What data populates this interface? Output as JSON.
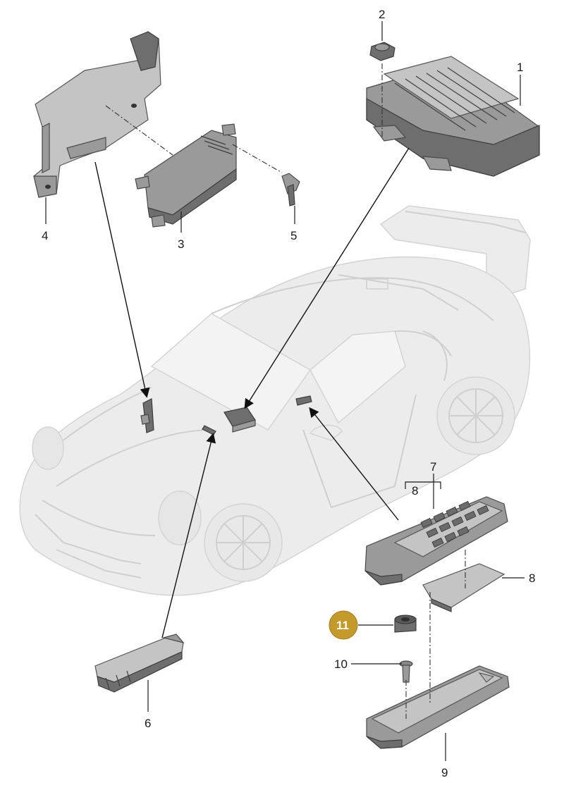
{
  "callouts": [
    {
      "id": "1",
      "text": "1"
    },
    {
      "id": "2",
      "text": "2"
    },
    {
      "id": "3",
      "text": "3"
    },
    {
      "id": "4",
      "text": "4"
    },
    {
      "id": "5",
      "text": "5"
    },
    {
      "id": "6",
      "text": "6"
    },
    {
      "id": "7",
      "text": "7"
    },
    {
      "id": "8a",
      "text": "8"
    },
    {
      "id": "8b",
      "text": "8"
    },
    {
      "id": "9",
      "text": "9"
    },
    {
      "id": "10",
      "text": "10"
    },
    {
      "id": "11",
      "text": "11"
    }
  ],
  "colors": {
    "highlight_badge": "#c49a2c",
    "part_gray": "#6e6e6e",
    "vehicle_ghost": "#ececec",
    "leader_line": "#1a1a1a"
  }
}
